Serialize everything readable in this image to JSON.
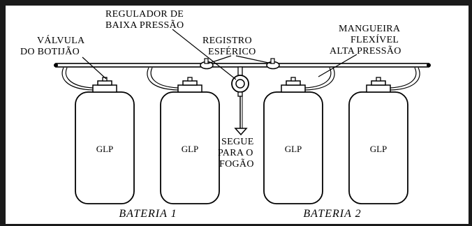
{
  "labels": {
    "regulador_line1": "REGULADOR DE",
    "regulador_line2": "BAIXA PRESSÃO",
    "valvula_line1": "VÁLVULA",
    "valvula_line2": "DO BOTIJÃO",
    "registro_line1": "REGISTRO",
    "registro_line2": "ESFÉRICO",
    "mangueira_line1": "MANGUEIRA",
    "mangueira_line2": "FLEXÍVEL",
    "mangueira_line3": "ALTA PRESSÃO",
    "segue_line1": "SEGUE",
    "segue_line2": "PARA O",
    "segue_line3": "FOGÃO"
  },
  "cylinders": [
    {
      "label": "GLP"
    },
    {
      "label": "GLP"
    },
    {
      "label": "GLP"
    },
    {
      "label": "GLP"
    }
  ],
  "batteries": [
    {
      "label": "BATERIA 1"
    },
    {
      "label": "BATERIA 2"
    }
  ],
  "colors": {
    "line": "#000000",
    "frame": "#1a1a1a",
    "background": "#ffffff"
  }
}
